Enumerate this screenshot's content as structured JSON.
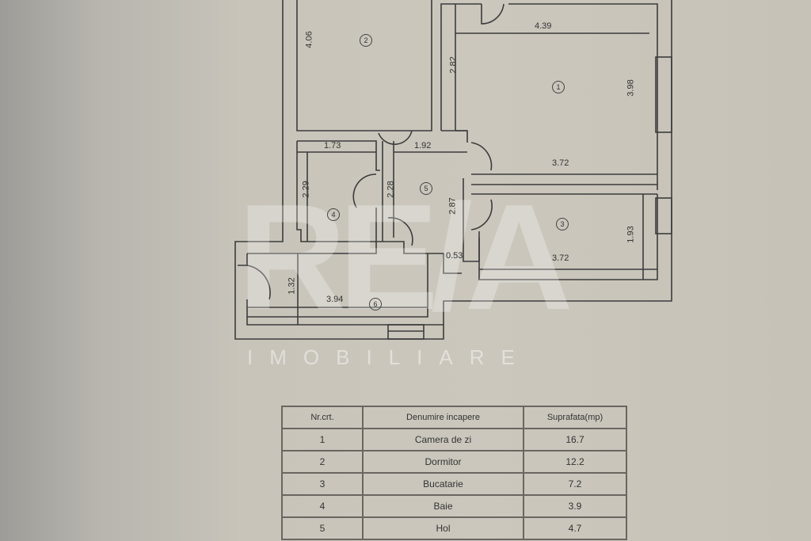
{
  "watermark": {
    "logo": "RE/A",
    "subtitle": "IMOBILIARE"
  },
  "rooms": [
    {
      "id": "1"
    },
    {
      "id": "2"
    },
    {
      "id": "3"
    },
    {
      "id": "4"
    },
    {
      "id": "5"
    },
    {
      "id": "6"
    }
  ],
  "dimensions": {
    "r2_height": "4.06",
    "r1_top": "4.39",
    "r1_left": "2.82",
    "r1_right": "3.98",
    "r4_width": "1.73",
    "r5_width": "1.92",
    "r1_bottom": "3.72",
    "r4_height": "2.29",
    "r5_left": "2.28",
    "r5_right": "2.87",
    "r3_right": "1.93",
    "r5_small": "0.53",
    "r3_bottom": "3.72",
    "r6_height": "1.32",
    "r6_width": "3.94"
  },
  "table": {
    "headers": [
      "Nr.crt.",
      "Denumire incapere",
      "Suprafata(mp)"
    ],
    "rows": [
      [
        "1",
        "Camera de zi",
        "16.7"
      ],
      [
        "2",
        "Dormitor",
        "12.2"
      ],
      [
        "3",
        "Bucatarie",
        "7.2"
      ],
      [
        "4",
        "Baie",
        "3.9"
      ],
      [
        "5",
        "Hol",
        "4.7"
      ]
    ]
  }
}
